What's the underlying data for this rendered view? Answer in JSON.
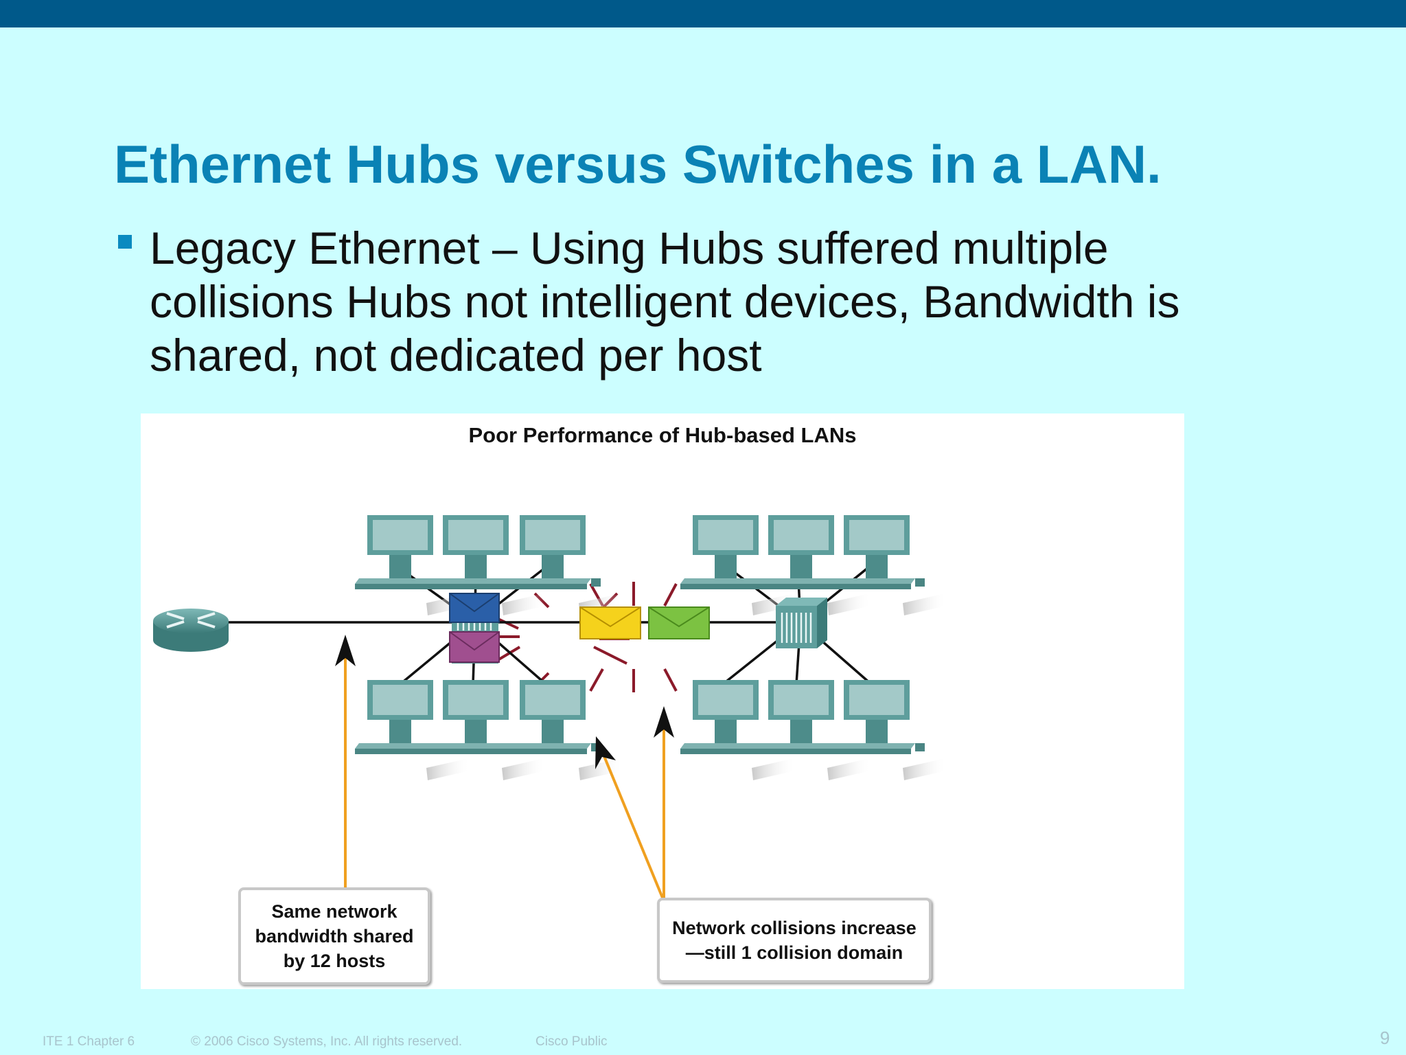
{
  "slide": {
    "title": "Ethernet  Hubs versus Switches in a LAN.",
    "bullet": "Legacy Ethernet – Using Hubs suffered multiple collisions Hubs not intelligent devices, Bandwidth is shared, not dedicated per host"
  },
  "figure": {
    "title": "Poor Performance of Hub-based LANs",
    "callout_left": "Same network bandwidth shared by 12 hosts",
    "callout_right": "Network collisions increase—still 1 collision domain"
  },
  "footer": {
    "chapter": "ITE 1 Chapter 6",
    "copyright": "© 2006 Cisco Systems, Inc. All rights reserved.",
    "classification": "Cisco Public",
    "page_number": "9"
  },
  "colors": {
    "top_bar": "#00598a",
    "background": "#ccfeff",
    "title": "#0a82b5",
    "computer": "#5e9e9c",
    "arrow_line": "#f0a020",
    "collision_mark": "#8b1a2a",
    "envelope_yellow": "#f5d21c",
    "envelope_green": "#7cc242"
  },
  "icons": [
    "router-icon",
    "hub-icon",
    "switch-icon",
    "computer-icon",
    "envelope-icon",
    "arrow-up-icon"
  ]
}
